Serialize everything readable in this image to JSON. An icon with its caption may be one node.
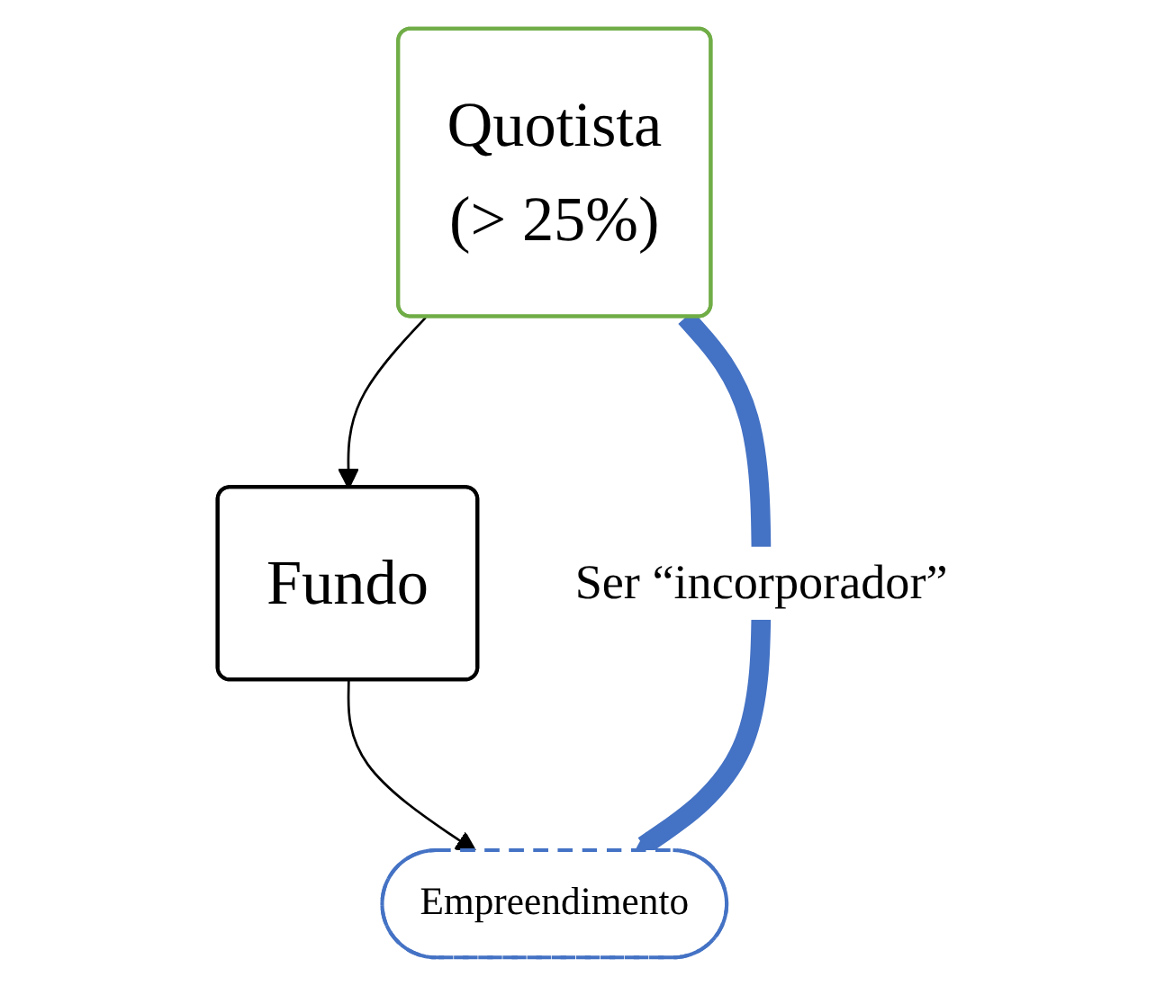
{
  "diagram": {
    "nodes": [
      {
        "text": [
          "Quotista",
          "(> 25%)"
        ]
      },
      {
        "text": [
          "Fundo"
        ]
      },
      {
        "text": [
          "Empreendimento"
        ]
      }
    ],
    "edges": [
      {
        "from": 0,
        "to": 1,
        "arrow": "to"
      },
      {
        "from": 1,
        "to": 2,
        "arrow": "to"
      },
      {
        "from": 0,
        "to": 2,
        "arrow": "to",
        "label": "Ser “incorporador”",
        "style": "thick",
        "color": "#4472c4"
      }
    ]
  }
}
